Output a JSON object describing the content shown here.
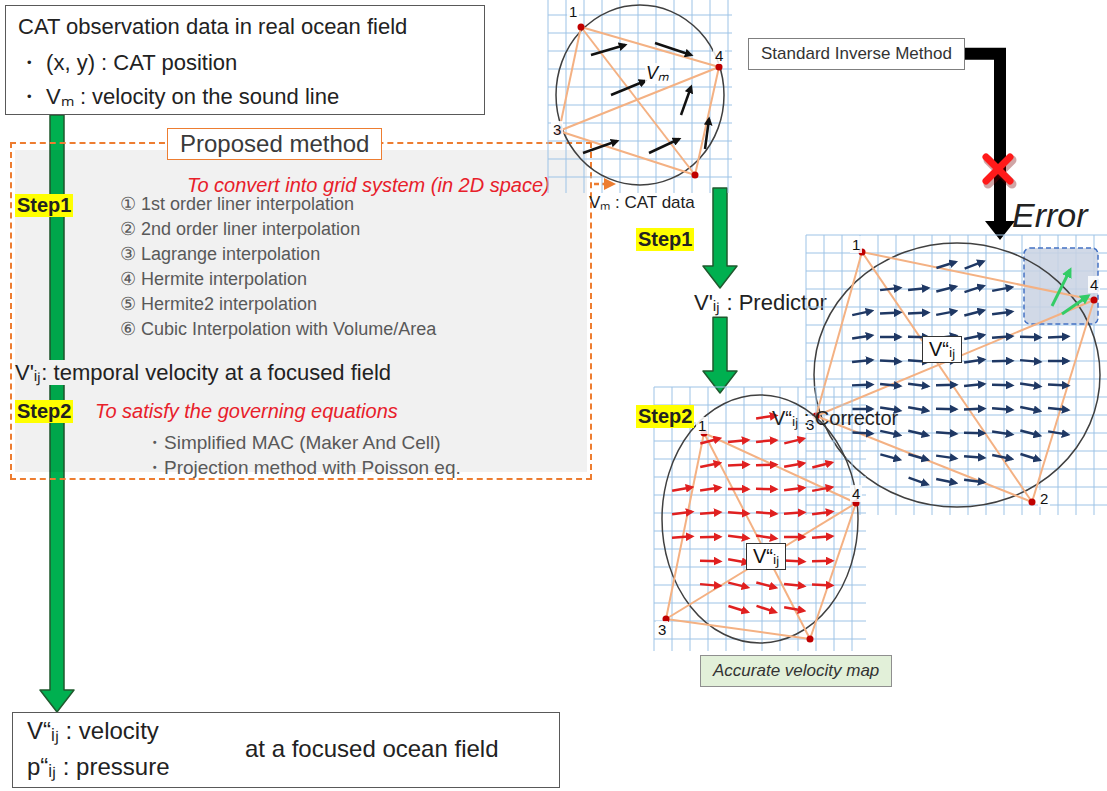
{
  "diagram": {
    "nodes": [
      {
        "text": [
          "CAT observation data in real ocean field",
          "・ (x, y) : CAT position",
          "・ Vₘ : velocity on the sound line"
        ]
      },
      {
        "text": [
          "Proposed method"
        ]
      },
      {
        "text": [
          "Step1",
          "To convert into grid system (in 2D space)",
          "① 1st order liner interpolation",
          "② 2nd order liner interpolation",
          "③ Lagrange interpolation",
          "④ Hermite interpolation",
          "⑤ Hermite2 interpolation",
          "⑥ Cubic Interpolation with Volume/Area",
          "V'ᵢⱼ: temporal velocity at a focused field",
          "Step2",
          "To satisfy the governing equations",
          "・Simplified MAC (Maker And Cell)",
          "・Projection method with Poisson eq."
        ],
        "in": 1
      },
      {
        "text": [
          "V“ᵢⱼ : velocity",
          "p“ᵢⱼ : pressure",
          "at a focused ocean field"
        ]
      },
      {
        "text": [
          "1",
          "4",
          "Vₘ",
          "3",
          "Vₘ : CAT data"
        ]
      },
      {
        "text": [
          "Standard Inverse Method"
        ]
      },
      {
        "text": [
          "V'ᵢⱼ : Predictor"
        ]
      },
      {
        "text": [
          "1",
          "4",
          "V“ᵢⱼ",
          "3",
          "2"
        ]
      },
      {
        "text": [
          "V“ᵢⱼ : Corrector",
          "1",
          "4",
          "V“ᵢⱼ",
          "3"
        ]
      },
      {
        "text": [
          "Accurate velocity map"
        ]
      }
    ],
    "edges": [
      {
        "from": 0,
        "to": 3,
        "arrow": "to"
      },
      {
        "from": 4,
        "to": 6,
        "arrow": "to"
      },
      {
        "from": 6,
        "to": 8,
        "arrow": "to"
      },
      {
        "from": 5,
        "to": 7,
        "arrow": "to"
      }
    ],
    "labels": [
      "Step1",
      "Step2",
      "Error"
    ]
  }
}
